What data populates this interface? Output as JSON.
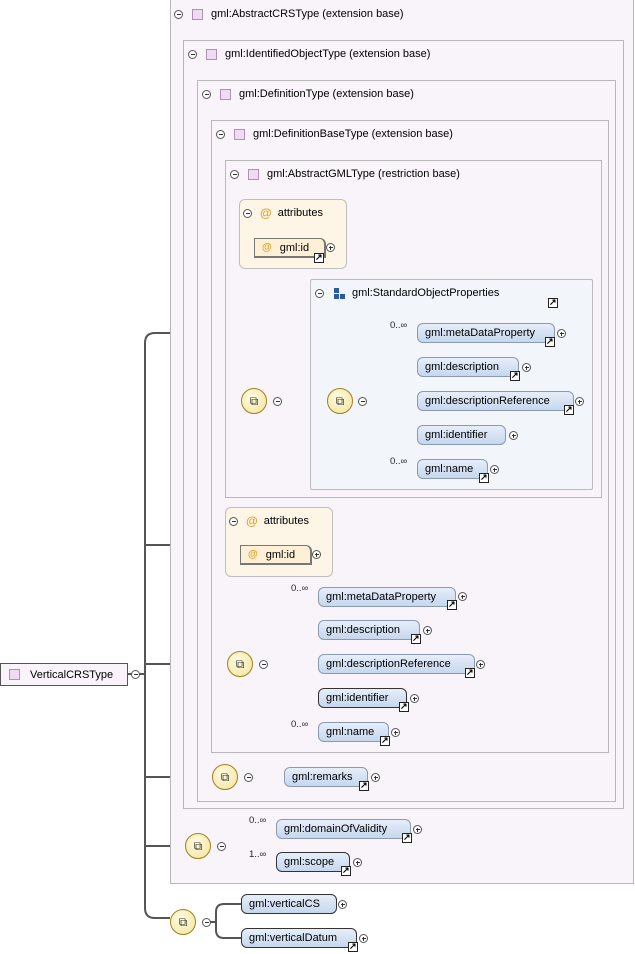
{
  "root": {
    "name": "VerticalCRSType"
  },
  "extension_frames": [
    {
      "label": "gml:AbstractCRSType (extension base)"
    },
    {
      "label": "gml:IdentifiedObjectType (extension base)"
    },
    {
      "label": "gml:DefinitionType (extension base)"
    },
    {
      "label": "gml:DefinitionBaseType (extension base)"
    },
    {
      "label": "gml:AbstractGMLType (restriction base)"
    }
  ],
  "attributes_label": "attributes",
  "attribute_id": "gml:id",
  "group": {
    "label": "gml:StandardObjectProperties"
  },
  "group_elements": [
    {
      "name": "gml:metaDataProperty",
      "card": "0..∞"
    },
    {
      "name": "gml:description",
      "card": ""
    },
    {
      "name": "gml:descriptionReference",
      "card": ""
    },
    {
      "name": "gml:identifier",
      "card": ""
    },
    {
      "name": "gml:name",
      "card": "0..∞"
    }
  ],
  "defbase_elements": [
    {
      "name": "gml:metaDataProperty",
      "card": "0..∞"
    },
    {
      "name": "gml:description",
      "card": ""
    },
    {
      "name": "gml:descriptionReference",
      "card": ""
    },
    {
      "name": "gml:identifier",
      "card": ""
    },
    {
      "name": "gml:name",
      "card": "0..∞"
    }
  ],
  "remarks": {
    "name": "gml:remarks"
  },
  "crs_elements": [
    {
      "name": "gml:domainOfValidity",
      "card": "0..∞"
    },
    {
      "name": "gml:scope",
      "card": "1..∞"
    }
  ],
  "vertical_elements": [
    {
      "name": "gml:verticalCS"
    },
    {
      "name": "gml:verticalDatum"
    }
  ],
  "colors": {
    "frame_border": "#b8b8b8",
    "frame_fill": "#f9f3fa",
    "element_fill": "#c6d7ee",
    "attribute_fill": "#fdf6e6",
    "compositor_fill": "#f2e39a"
  }
}
